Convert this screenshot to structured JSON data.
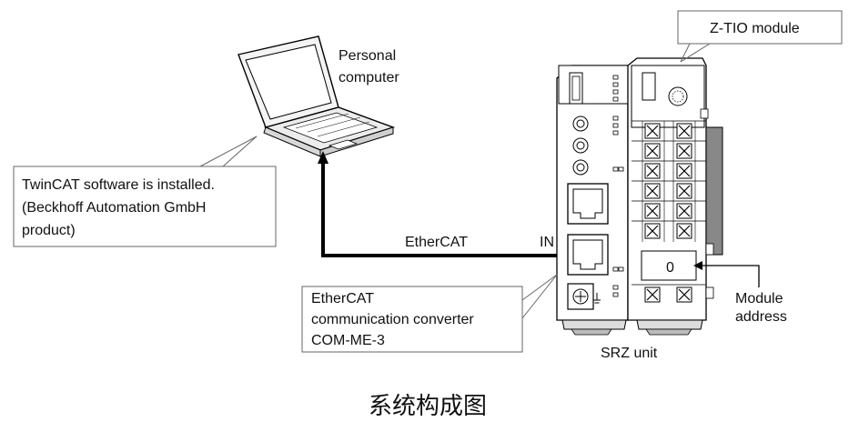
{
  "labels": {
    "pc": [
      "Personal",
      "computer"
    ],
    "twincat": [
      "TwinCAT software is installed.",
      "(Beckhoff Automation GmbH",
      "product)"
    ],
    "ethercat": "EtherCAT",
    "in_port": "IN",
    "converter": [
      "EtherCAT",
      "communication converter",
      "COM-ME-3"
    ],
    "ztio": "Z-TIO module",
    "module_address": [
      "Module",
      "address"
    ],
    "address_value": "0",
    "srz_unit": "SRZ unit"
  },
  "caption": "系统构成图"
}
